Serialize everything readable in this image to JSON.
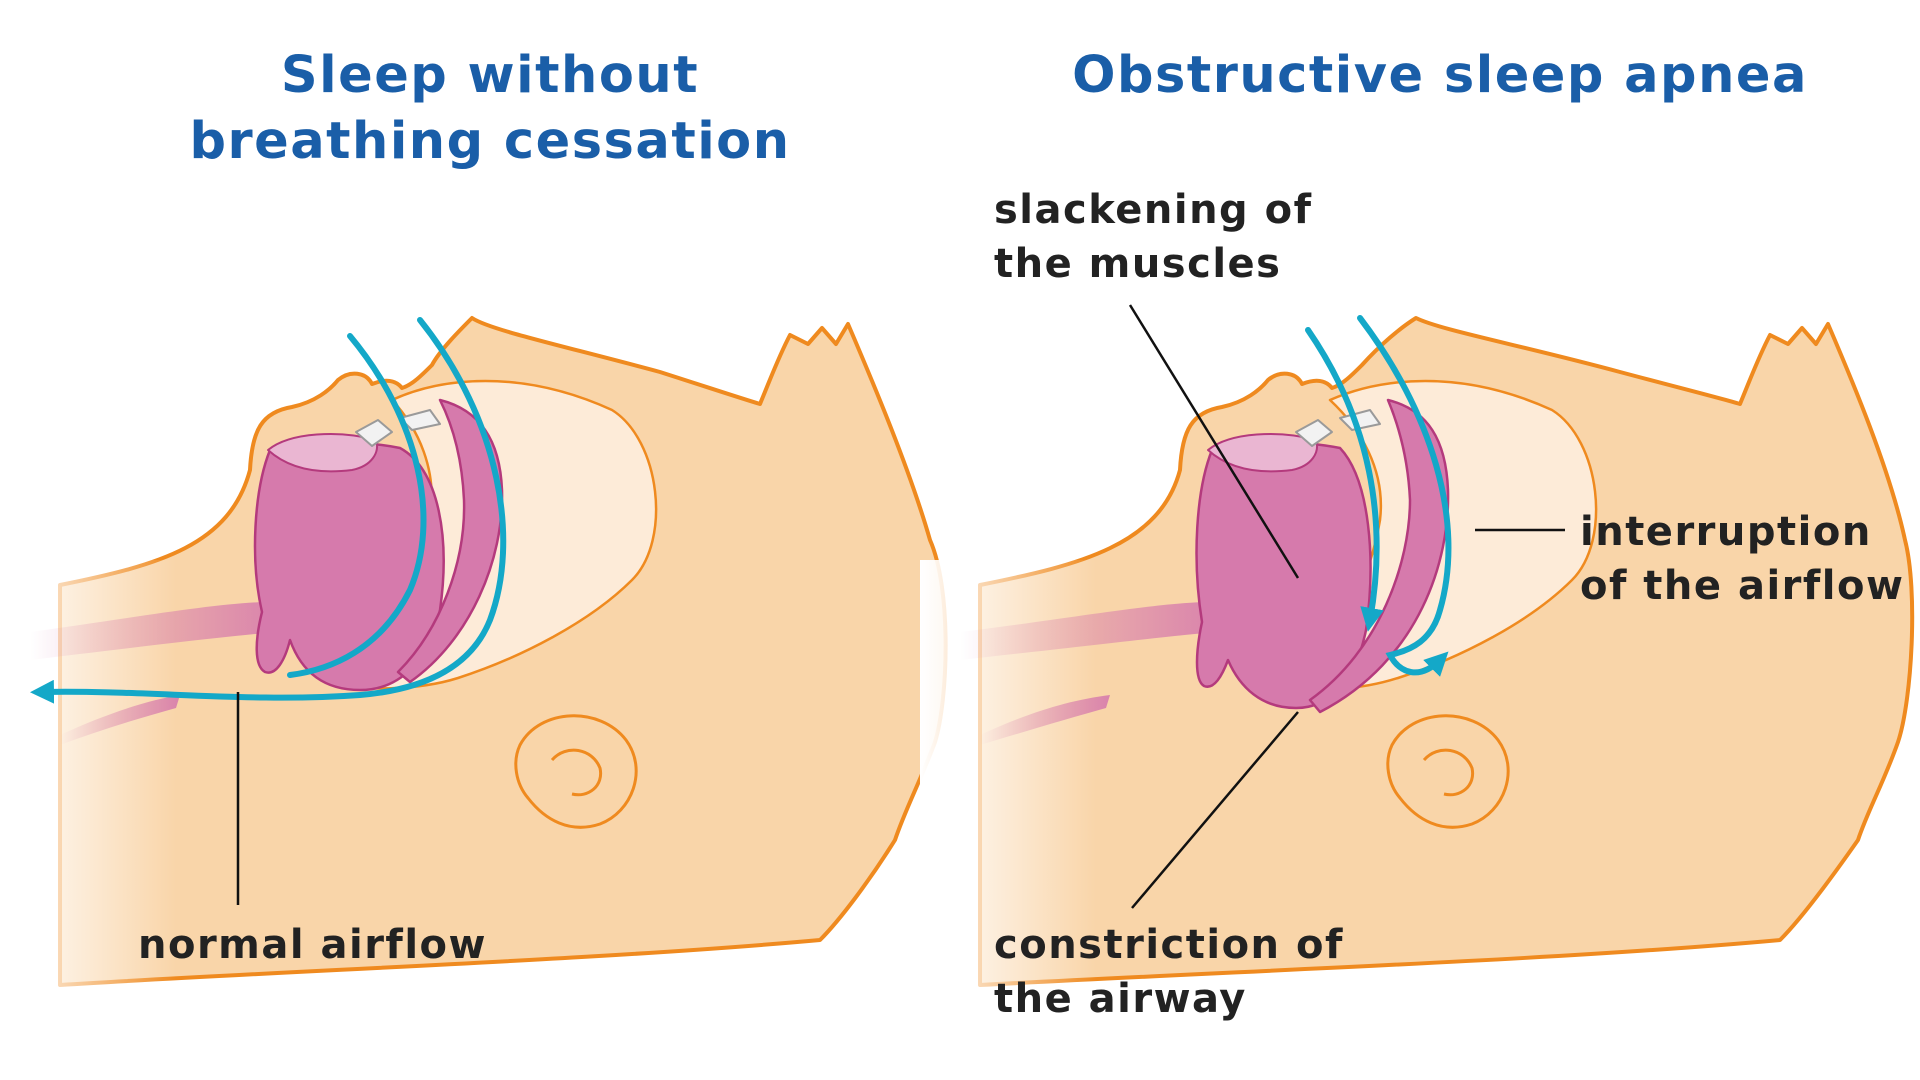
{
  "panels": [
    {
      "title_lines": [
        "Sleep without",
        "breathing cessation"
      ],
      "callouts": [
        {
          "lines": [
            "normal airflow"
          ]
        }
      ]
    },
    {
      "title_lines": [
        "Obstructive sleep apnea"
      ],
      "callouts": [
        {
          "lines": [
            "slackening of",
            "the muscles"
          ]
        },
        {
          "lines": [
            "interruption",
            "of the airflow"
          ]
        },
        {
          "lines": [
            "constriction of",
            "the airway"
          ]
        }
      ]
    }
  ],
  "colors": {
    "title": "#1a5ea8",
    "label": "#222222",
    "leader_line": "#111111",
    "skin_fill": "#f9d5a9",
    "skin_outline": "#ef8a1f",
    "cavity_fill": "#fdebd8",
    "tongue_fill": "#d67aac",
    "tongue_outline": "#b43a7d",
    "palate_highlight": "#eab6d2",
    "airflow": "#14a8c8",
    "teeth": "#f2f2f2"
  }
}
